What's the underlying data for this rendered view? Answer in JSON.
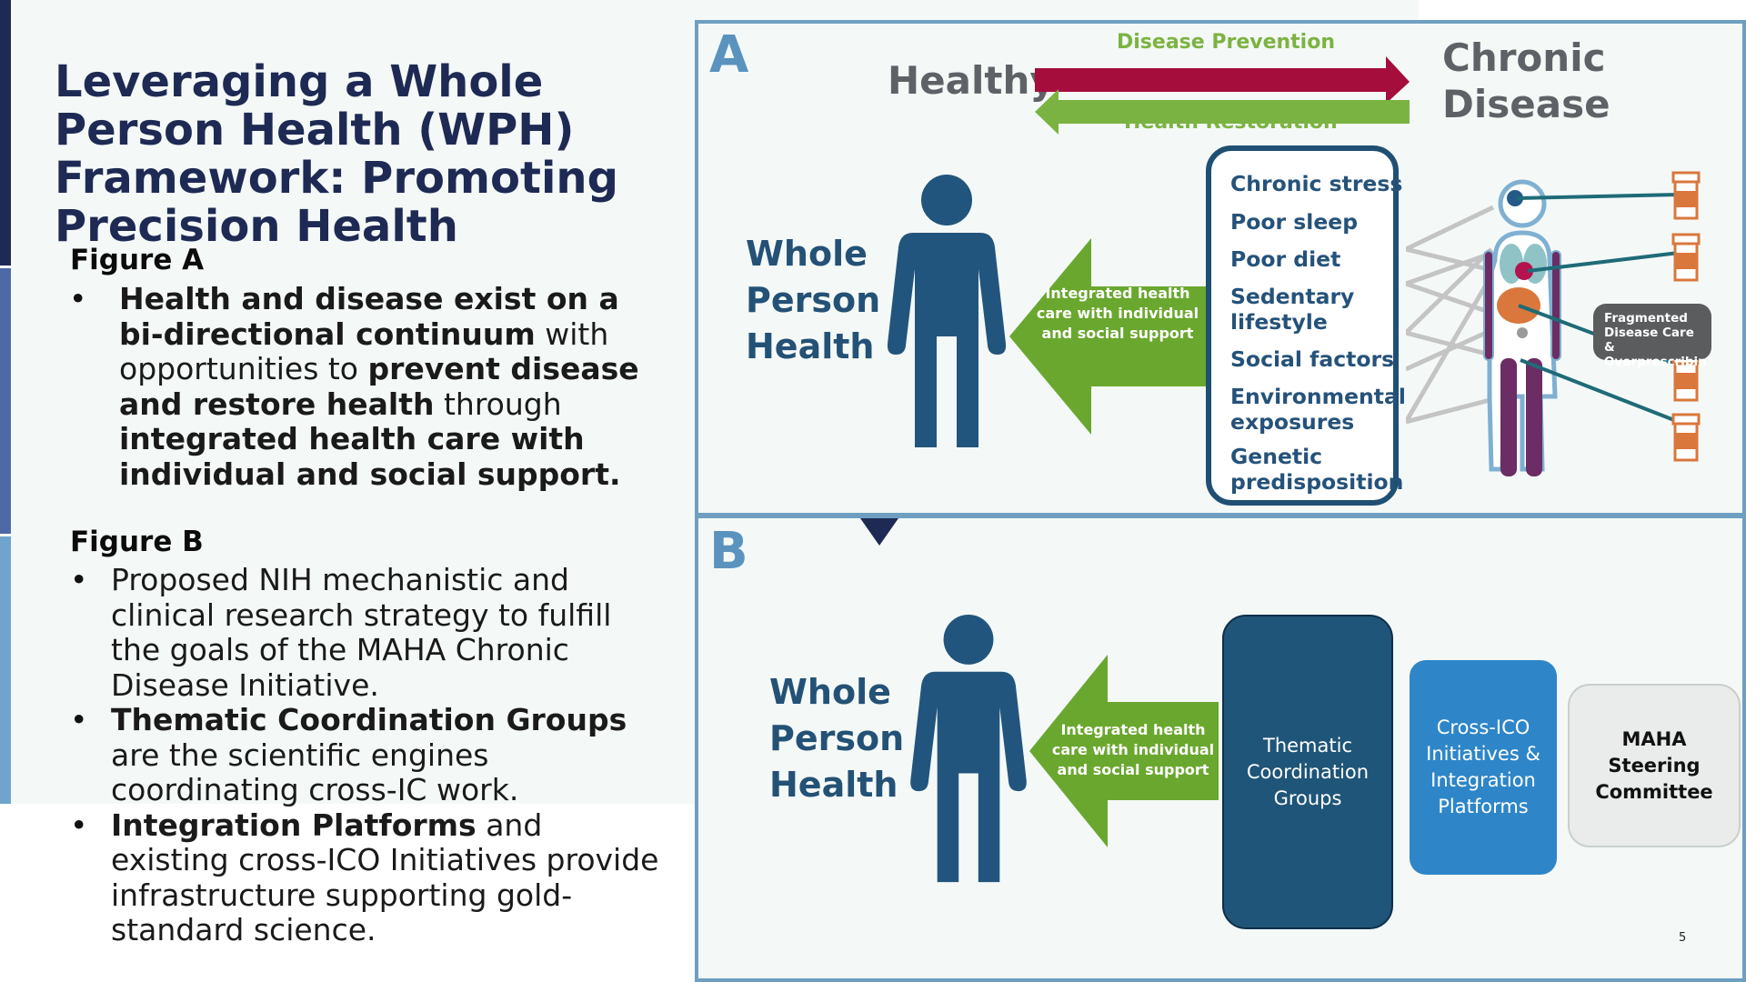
{
  "title": "Leveraging a Whole Person Health (WPH) Framework: Promoting Precision Health",
  "left": {
    "figure_a_heading": "Figure A",
    "figure_a_bullet": {
      "p1": "Health and disease exist on a bi-directional continuum",
      "p2": " with opportunities to ",
      "p3": "prevent disease and restore health",
      "p4": " through ",
      "p5": "integrated health care with individual and social support."
    },
    "figure_b_heading": "Figure B",
    "figure_b_bullets": [
      {
        "text": "Proposed NIH mechanistic and clinical research strategy to fulfill the goals of the MAHA Chronic Disease Initiative."
      },
      {
        "bold": "Thematic Coordination Groups",
        "rest": " are the scientific engines coordinating cross-IC work."
      },
      {
        "bold": "Integration Platforms",
        "rest": " and existing cross-ICO Initiatives provide infrastructure supporting gold-standard science."
      }
    ]
  },
  "panel_a": {
    "letter": "A",
    "healthy": "Healthy",
    "chronic_line1": "Chronic",
    "chronic_line2": "Disease",
    "prevention": "Disease Prevention",
    "restoration": "Health Restoration",
    "whp_lines": [
      "Whole",
      "Person",
      "Health"
    ],
    "arrow_text": "Integrated health care with individual and social support",
    "factors": [
      "Chronic stress",
      "Poor sleep",
      "Poor diet",
      "Sedentary lifestyle",
      "Social factors",
      "Environmental exposures",
      "Genetic predisposition"
    ],
    "fragmented_label": "Fragmented Disease Care & Overprescribin"
  },
  "panel_b": {
    "letter": "B",
    "whp_lines": [
      "Whole",
      "Person",
      "Health"
    ],
    "arrow_text": "Integrated health care with individual and social support",
    "tcg": "Thematic Coordination Groups",
    "cross_ico": "Cross-ICO Initiatives & Integration Platforms",
    "maha": "MAHA Steering Committee"
  },
  "page_number": "5",
  "colors": {
    "navy": "#1e2a54",
    "teal_blue": "#245176",
    "green_arrow": "#6aa72e",
    "red_arrow": "#a50d3c",
    "border_blue": "#6e9fc1",
    "tcg_box": "#1f5578",
    "cross_ico_box": "#2e86c8",
    "maha_box": "#e9ecea"
  }
}
